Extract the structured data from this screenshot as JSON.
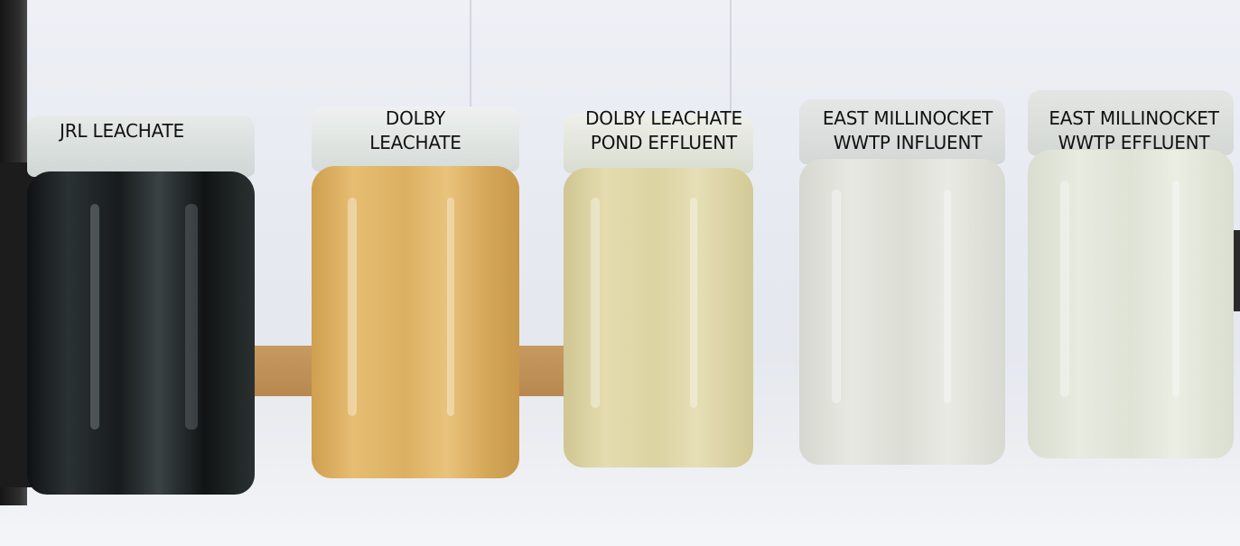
{
  "samples": [
    {
      "label_line1": "JRL LEACHATE",
      "label_line2": "",
      "liquid_color": "#1d2224"
    },
    {
      "label_line1": "DOLBY",
      "label_line2": "LEACHATE",
      "liquid_color": "#ddb164"
    },
    {
      "label_line1": "DOLBY LEACHATE",
      "label_line2": "POND EFFLUENT",
      "liquid_color": "#dcd4a6"
    },
    {
      "label_line1": "EAST MILLINOCKET",
      "label_line2": "WWTP INFLUENT",
      "liquid_color": "#dfe1da"
    },
    {
      "label_line1": "EAST MILLINOCKET",
      "label_line2": "WWTP EFFLUENT",
      "liquid_color": "#e1e6da"
    }
  ]
}
